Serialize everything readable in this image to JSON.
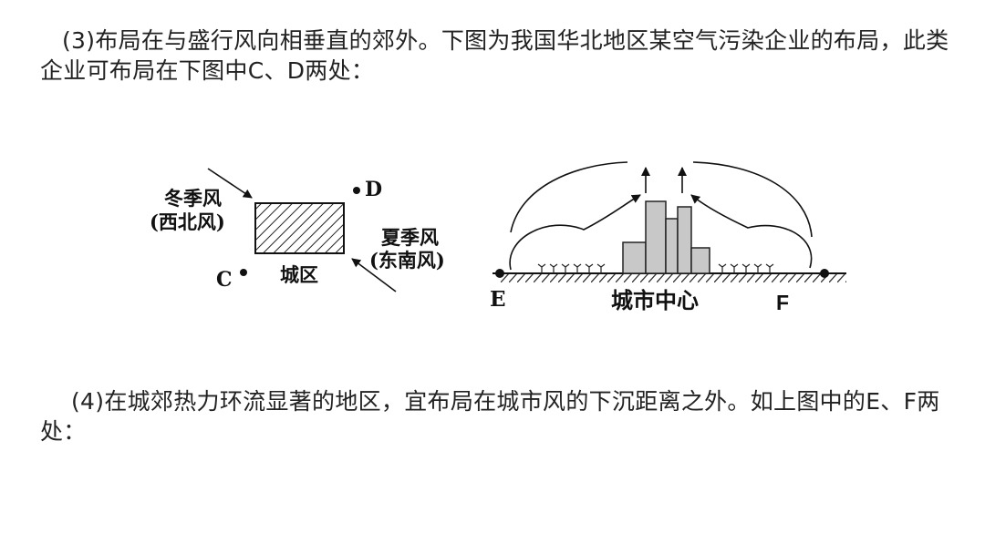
{
  "paragraph3": {
    "text": "(3)布局在与盛行风向相垂直的郊外。下图为我国华北地区某空气污染企业的布局，此类企业可布局在下图中C、D两处："
  },
  "paragraph4": {
    "text": "(4)在城郊热力环流显著的地区，宜布局在城市风的下沉距离之外。如上图中的E、F两处："
  },
  "left_diagram": {
    "winter_wind": "冬季风",
    "winter_wind_dir": "(西北风)",
    "summer_wind": "夏季风",
    "summer_wind_dir": "(东南风)",
    "city_label": "城区",
    "point_c": "C",
    "point_d": "D"
  },
  "right_diagram": {
    "center_label": "城市中心",
    "point_e": "E",
    "point_f": "F"
  }
}
